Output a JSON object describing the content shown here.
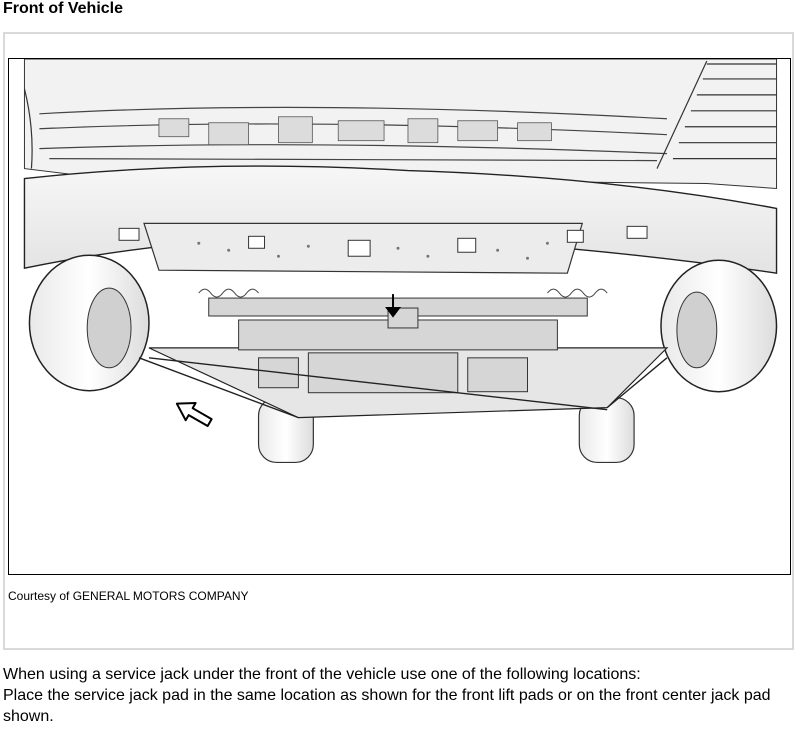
{
  "page": {
    "heading": "Front of Vehicle",
    "figure": {
      "caption": "Courtesy of GENERAL MOTORS COMPANY"
    },
    "paragraphs": [
      "When using a service jack under the front of the vehicle use one of the following locations:",
      "Place the service jack pad in the same location as shown for the front lift pads or on the front center jack pad shown."
    ]
  }
}
